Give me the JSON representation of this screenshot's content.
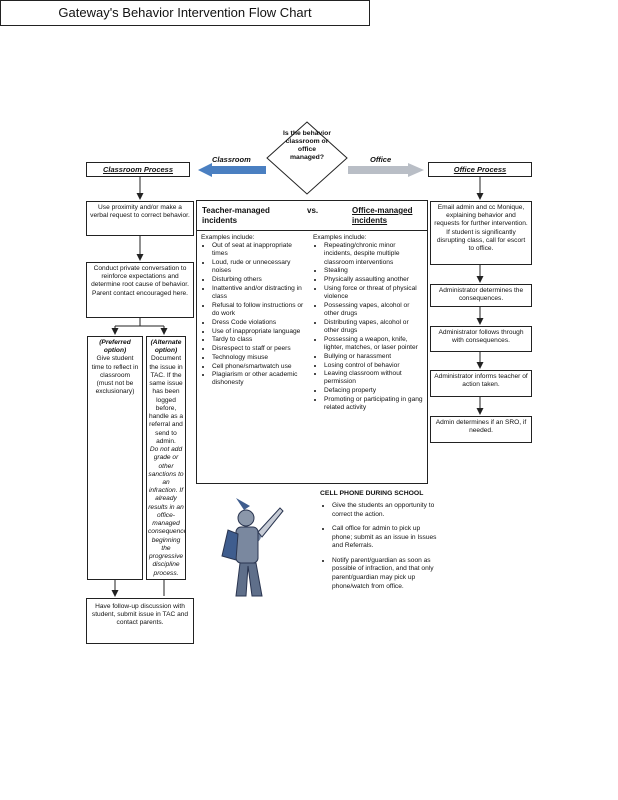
{
  "title": "Gateway's Behavior Intervention Flow Chart",
  "decision": "Is the behavior classroom or office managed?",
  "classroom_label": "Classroom",
  "office_label": "Office",
  "classroom_process": "Classroom Process",
  "office_process": "Office Process",
  "left_steps": {
    "step1": "Use proximity and/or make a verbal request to correct behavior.",
    "step2": "Conduct private conversation to reinforce expectations and determine root cause of behavior. Parent contact encouraged here.",
    "preferred_title": "(Preferred option)",
    "preferred_text": "Give student time to reflect in classroom (must not be exclusionary)",
    "alternate_title": "(Alternate option)",
    "alternate_text": "Document the issue in TAC. If the same issue has been logged before, handle as a referral and send to admin.",
    "alternate_note": "Do not add grade or other sanctions to an infraction. If already results in an office-managed consequence, beginning the progressive discipline process.",
    "followup": "Have follow-up discussion with student, submit issue in TAC and contact parents."
  },
  "center": {
    "teacher_heading": "Teacher-managed incidents",
    "vs": "vs.",
    "office_heading": "Office-managed incidents",
    "teacher_intro": "Examples include:",
    "teacher_items": [
      "Out of seat at inappropriate times",
      "Loud, rude or unnecessary noises",
      "Disturbing others",
      "Inattentive and/or distracting in class",
      "Refusal to follow instructions or do work",
      "Dress Code violations",
      "Use of inappropriate language",
      "Tardy to class",
      "Disrespect to staff or peers",
      "Technology misuse",
      "Cell phone/smartwatch use",
      "Plagiarism or other academic dishonesty"
    ],
    "office_intro": "Examples include:",
    "office_items": [
      "Repeating/chronic minor incidents, despite multiple classroom interventions",
      "Stealing",
      "Physically assaulting another",
      "Using force or threat of physical violence",
      "Possessing vapes, alcohol or other drugs",
      "Distributing vapes, alcohol or other drugs",
      "Possessing a weapon, knife, lighter, matches, or laser pointer",
      "Bullying or harassment",
      "Losing control of behavior",
      "Leaving classroom without permission",
      "Defacing property",
      "Promoting or participating in gang related activity"
    ]
  },
  "right_steps": [
    "Email admin and cc Monique, explaining behavior and requests for further intervention. If student is significantly disrupting class, call for escort to office.",
    "Administrator determines the consequences.",
    "Administrator follows through with consequences.",
    "Administrator informs teacher of action taken.",
    "Admin determines if an SRO, if needed."
  ],
  "cell_phone": {
    "heading": "CELL PHONE DURING SCHOOL",
    "items": [
      "Give the students an opportunity to correct the action.",
      "Call office for admin to pick up phone; submit as an issue in Issues and Referrals.",
      "Notify parent/guardian as soon as possible of infraction, and that only parent/guardian may pick up phone/watch from office."
    ]
  },
  "colors": {
    "classroom_arrow": "#4a7fc1",
    "office_arrow": "#b9bec6",
    "line": "#222222"
  }
}
